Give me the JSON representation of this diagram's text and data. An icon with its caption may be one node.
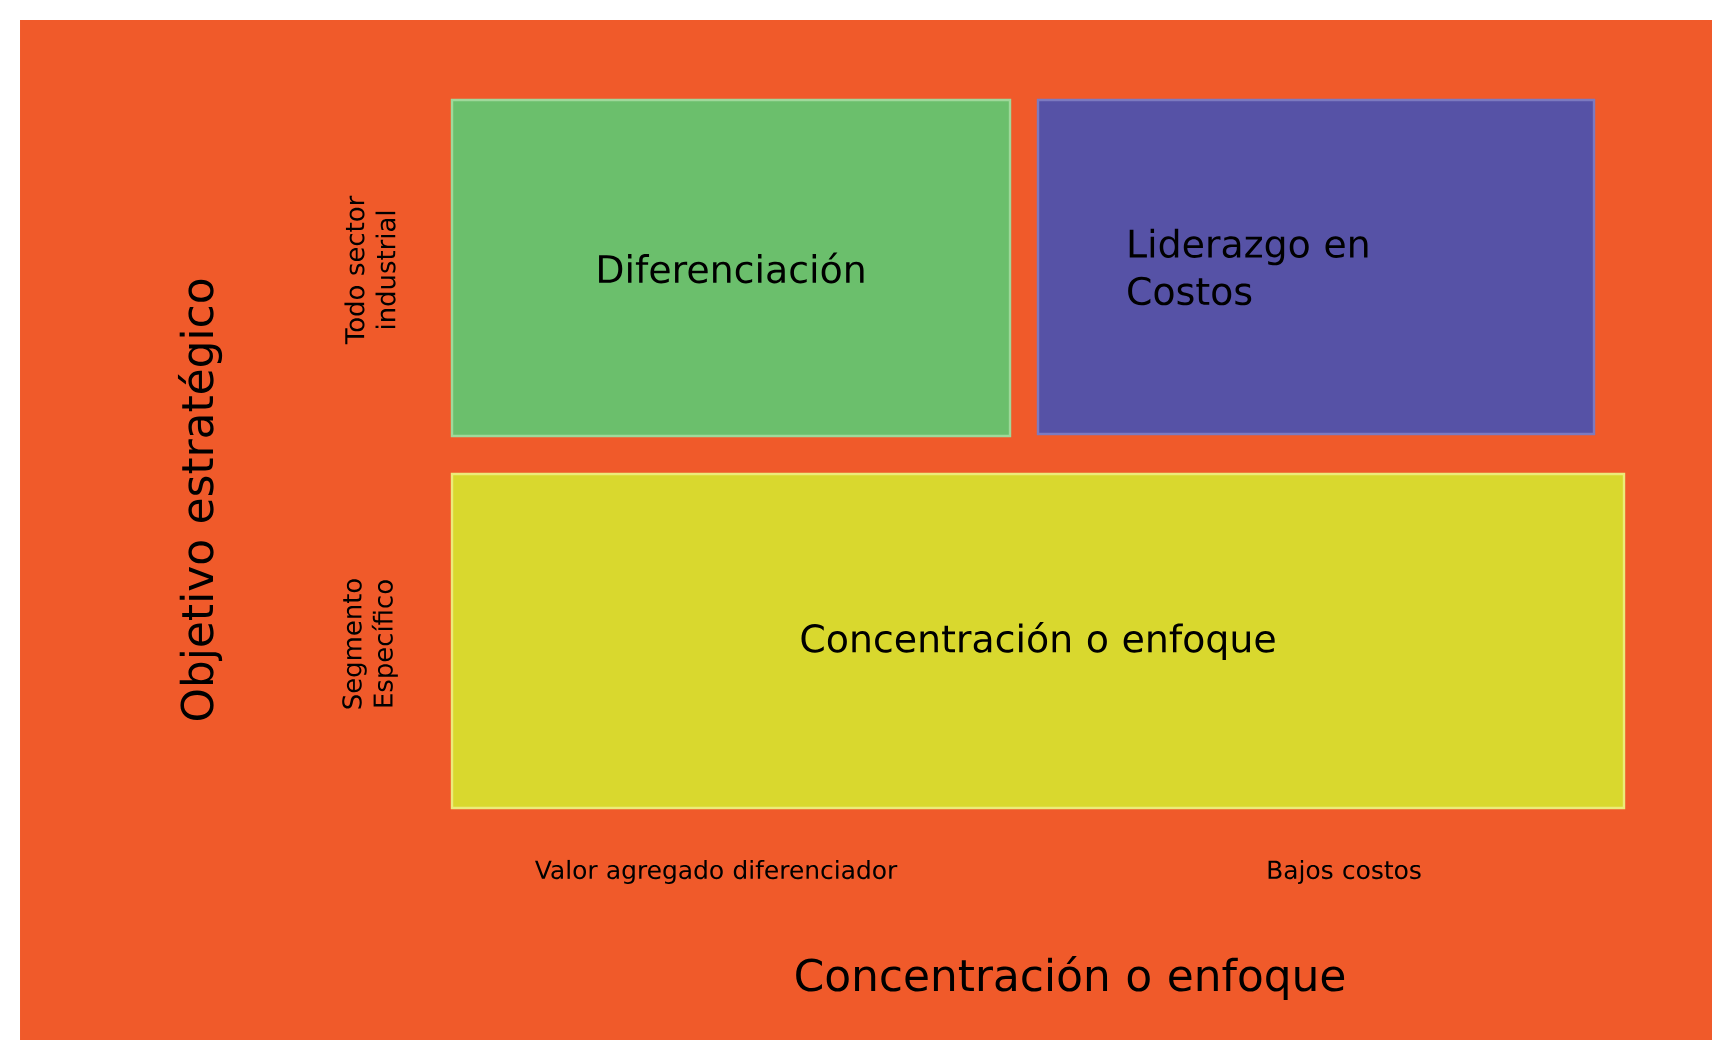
{
  "diagram": {
    "nodes": [
      {
        "text": [
          "Diferenciación"
        ]
      },
      {
        "text": [
          "Liderazgo en Costos"
        ]
      },
      {
        "text": [
          "Concentración o enfoque"
        ]
      }
    ],
    "labels": [
      "Objetivo estratégico",
      "Todo sector industrial",
      "Segmento Específico",
      "Valor agregado diferenciador",
      "Bajos costos",
      "Concentración o enfoque"
    ]
  }
}
